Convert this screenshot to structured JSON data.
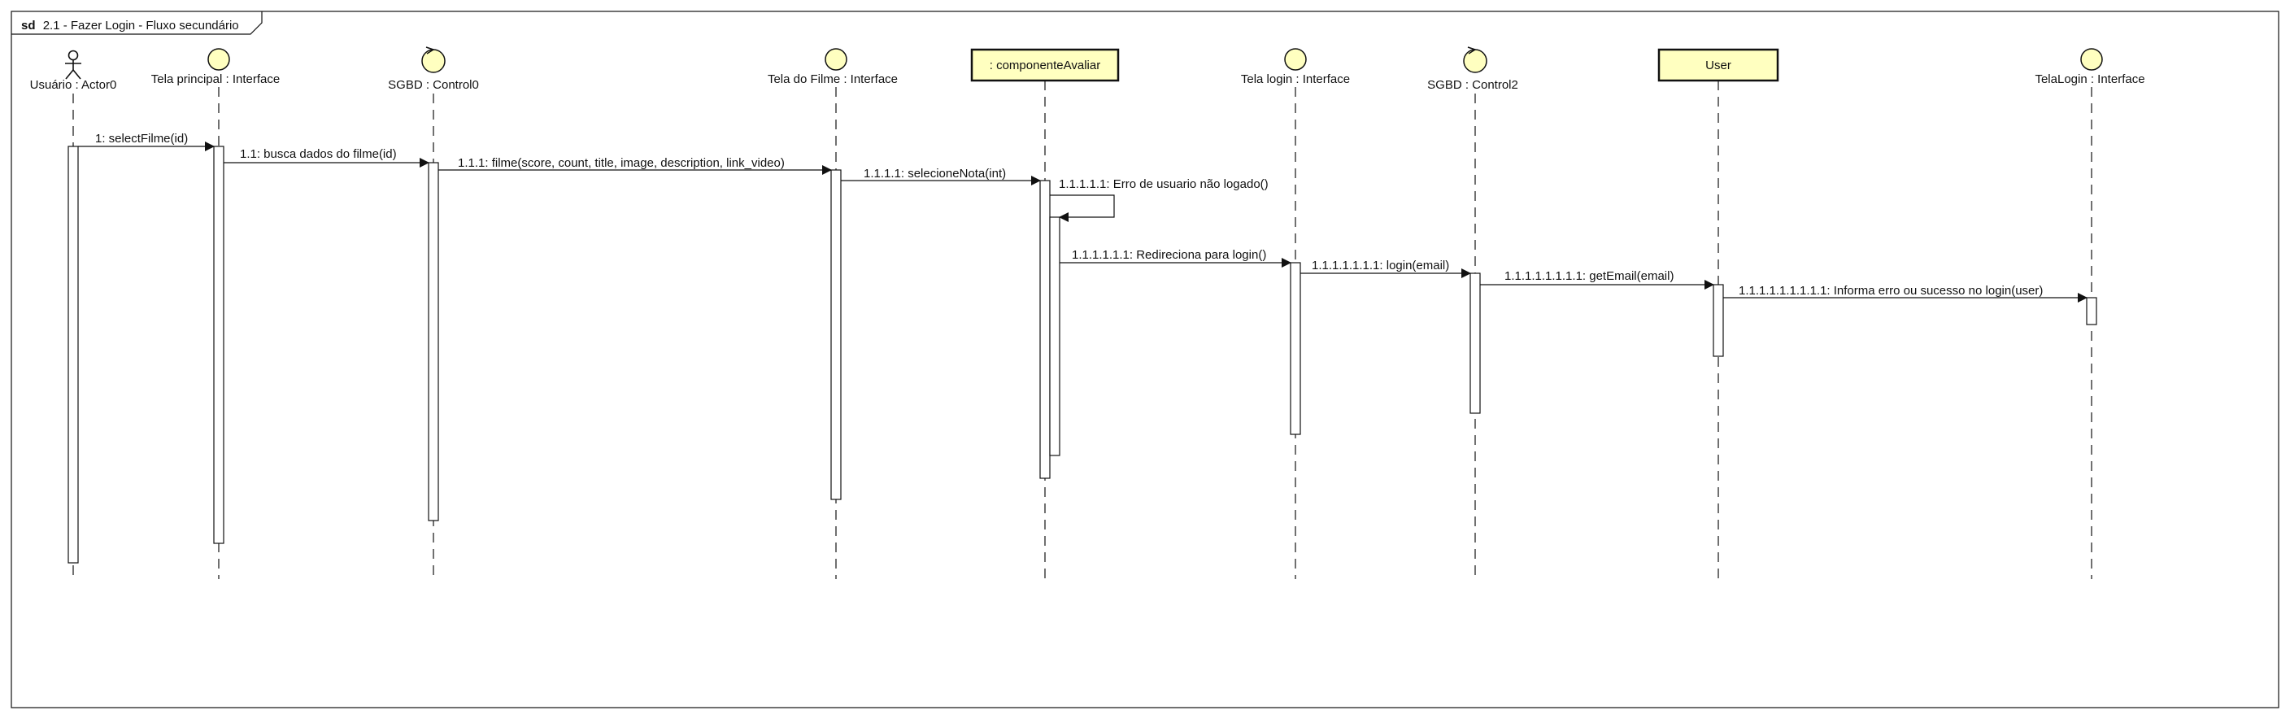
{
  "frame": {
    "keyword": "sd",
    "title": "2.1 - Fazer Login - Fluxo secundário"
  },
  "colors": {
    "line": "#111111",
    "class_fill": "#ffffc0",
    "background": "#ffffff"
  },
  "lifelines": [
    {
      "id": "usuario",
      "kind": "actor",
      "label": "Usuário : Actor0"
    },
    {
      "id": "tela_principal",
      "kind": "boundary",
      "label": "Tela principal : Interface"
    },
    {
      "id": "sgbd0",
      "kind": "control",
      "label": "SGBD : Control0"
    },
    {
      "id": "tela_filme",
      "kind": "boundary",
      "label": "Tela do Filme : Interface"
    },
    {
      "id": "componente",
      "kind": "class",
      "label": ": componenteAvaliar"
    },
    {
      "id": "tela_login",
      "kind": "boundary",
      "label": "Tela login : Interface"
    },
    {
      "id": "sgbd2",
      "kind": "control",
      "label": "SGBD : Control2"
    },
    {
      "id": "user",
      "kind": "class",
      "label": "User"
    },
    {
      "id": "telalogin",
      "kind": "boundary",
      "label": "TelaLogin : Interface"
    }
  ],
  "messages": [
    {
      "from": "usuario",
      "to": "tela_principal",
      "label": "1: selectFilme(id)"
    },
    {
      "from": "tela_principal",
      "to": "sgbd0",
      "label": "1.1: busca dados do filme(id)"
    },
    {
      "from": "sgbd0",
      "to": "tela_filme",
      "label": "1.1.1: filme(score, count, title, image, description, link_video)"
    },
    {
      "from": "tela_filme",
      "to": "componente",
      "label": "1.1.1.1: selecioneNota(int)"
    },
    {
      "from": "componente",
      "to": "componente",
      "label": "1.1.1.1.1: Erro de usuario não logado()"
    },
    {
      "from": "componente",
      "to": "tela_login",
      "label": "1.1.1.1.1.1: Redireciona para login()"
    },
    {
      "from": "tela_login",
      "to": "sgbd2",
      "label": "1.1.1.1.1.1.1: login(email)"
    },
    {
      "from": "sgbd2",
      "to": "user",
      "label": "1.1.1.1.1.1.1.1: getEmail(email)"
    },
    {
      "from": "user",
      "to": "telalogin",
      "label": "1.1.1.1.1.1.1.1.1: Informa erro ou sucesso no login(user)"
    }
  ]
}
